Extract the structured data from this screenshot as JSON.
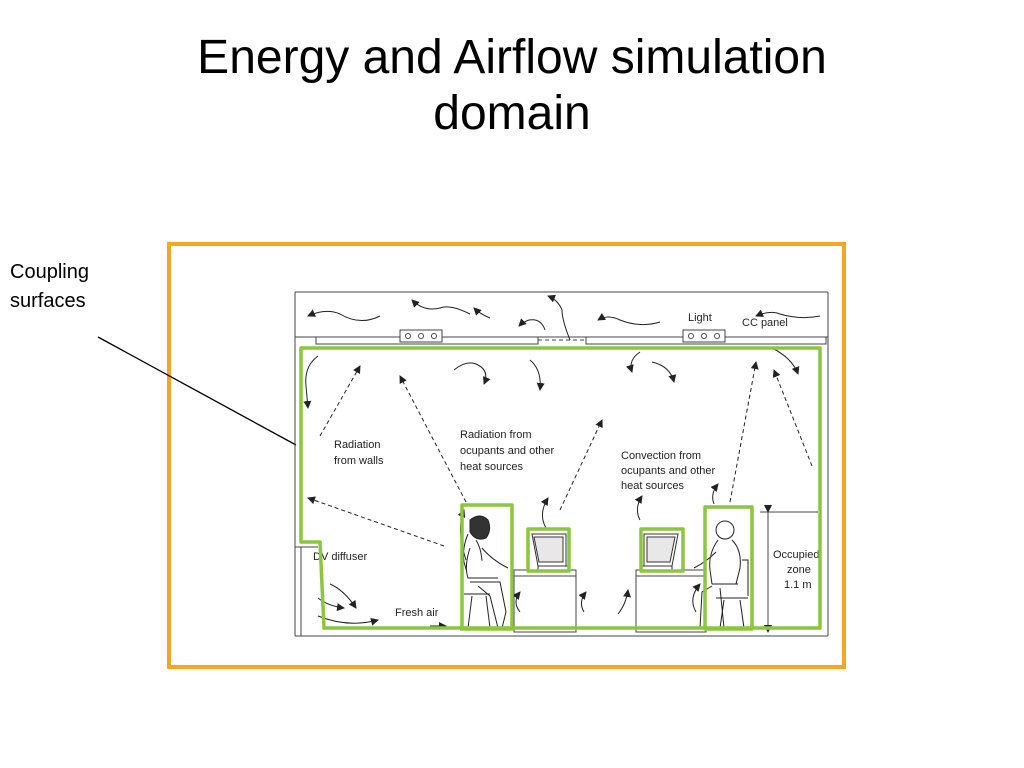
{
  "title": {
    "line1": "Energy and Airflow simulation",
    "line2": "domain"
  },
  "callout": {
    "line1": "Coupling",
    "line2": "surfaces"
  },
  "labels": {
    "light": "Light",
    "cc_panel": "CC panel",
    "radiation_walls_1": "Radiation",
    "radiation_walls_2": "from walls",
    "radiation_occ_1": "Radiation  from",
    "radiation_occ_2": "ocupants and other",
    "radiation_occ_3": "heat sources",
    "convection_1": "Convection  from",
    "convection_2": "ocupants and other",
    "convection_3": "heat sources",
    "dv_diffuser": "DV diffuser",
    "fresh_air": "Fresh air",
    "occupied_1": "Occupied",
    "occupied_2": "zone",
    "occupied_3": "1.1 m"
  },
  "colors": {
    "domain_border": "#f5a623",
    "coupling_surface": "#8cc63f",
    "line": "#222222"
  }
}
